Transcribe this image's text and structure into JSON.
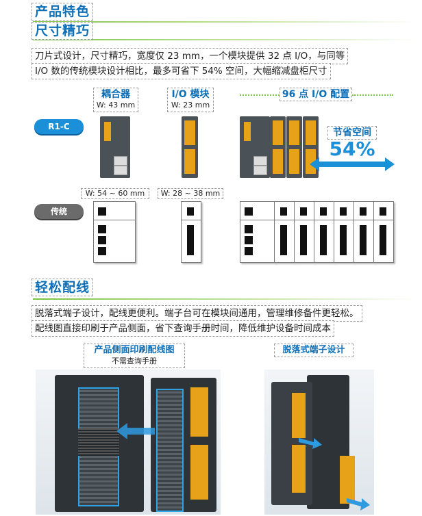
{
  "section1": {
    "title_line1": "产品特色",
    "title_line2": "尺寸精巧",
    "desc_line1": "刀片式设计，尺寸精巧，宽度仅 23 mm，一个模块提供 32 点 I/O，与同等",
    "desc_line2": "I/O 数的传统模块设计相比，最多可省下 54% 空间，大幅缩减盘柜尺寸"
  },
  "columns": {
    "coupler": {
      "label": "耦合器",
      "width": "W: 43 mm"
    },
    "io": {
      "label": "I/O 模块",
      "width": "W: 23 mm"
    },
    "config": {
      "label": "96 点 I/O 配置"
    }
  },
  "rows": {
    "r1c": "R1-C",
    "traditional": "传统"
  },
  "saving": {
    "label": "节省空间",
    "percent": "54%"
  },
  "traditional_dims": {
    "coupler": "W: 54 ~ 60 mm",
    "io": "W: 28 ~ 38 mm"
  },
  "section2": {
    "title": "轻松配线",
    "desc_line1": "脱落式端子设计，配线更便利。端子台可在模块间通用，管理维修备件更轻松。",
    "desc_line2": "配线图直接印刷于产品侧面，省下查询手册时间，降低维护设备时间成本"
  },
  "features": {
    "printed": {
      "label": "产品侧面印刷配线图",
      "sub": "不需查询手册"
    },
    "detachable": {
      "label": "脱落式端子设计"
    }
  },
  "colors": {
    "brand_blue": "#0d6fb8",
    "pill_blue": "#1b8fd8",
    "pill_gray": "#6b6b6b",
    "accent_green": "#7cc242",
    "terminal_orange": "#e8a21a"
  }
}
